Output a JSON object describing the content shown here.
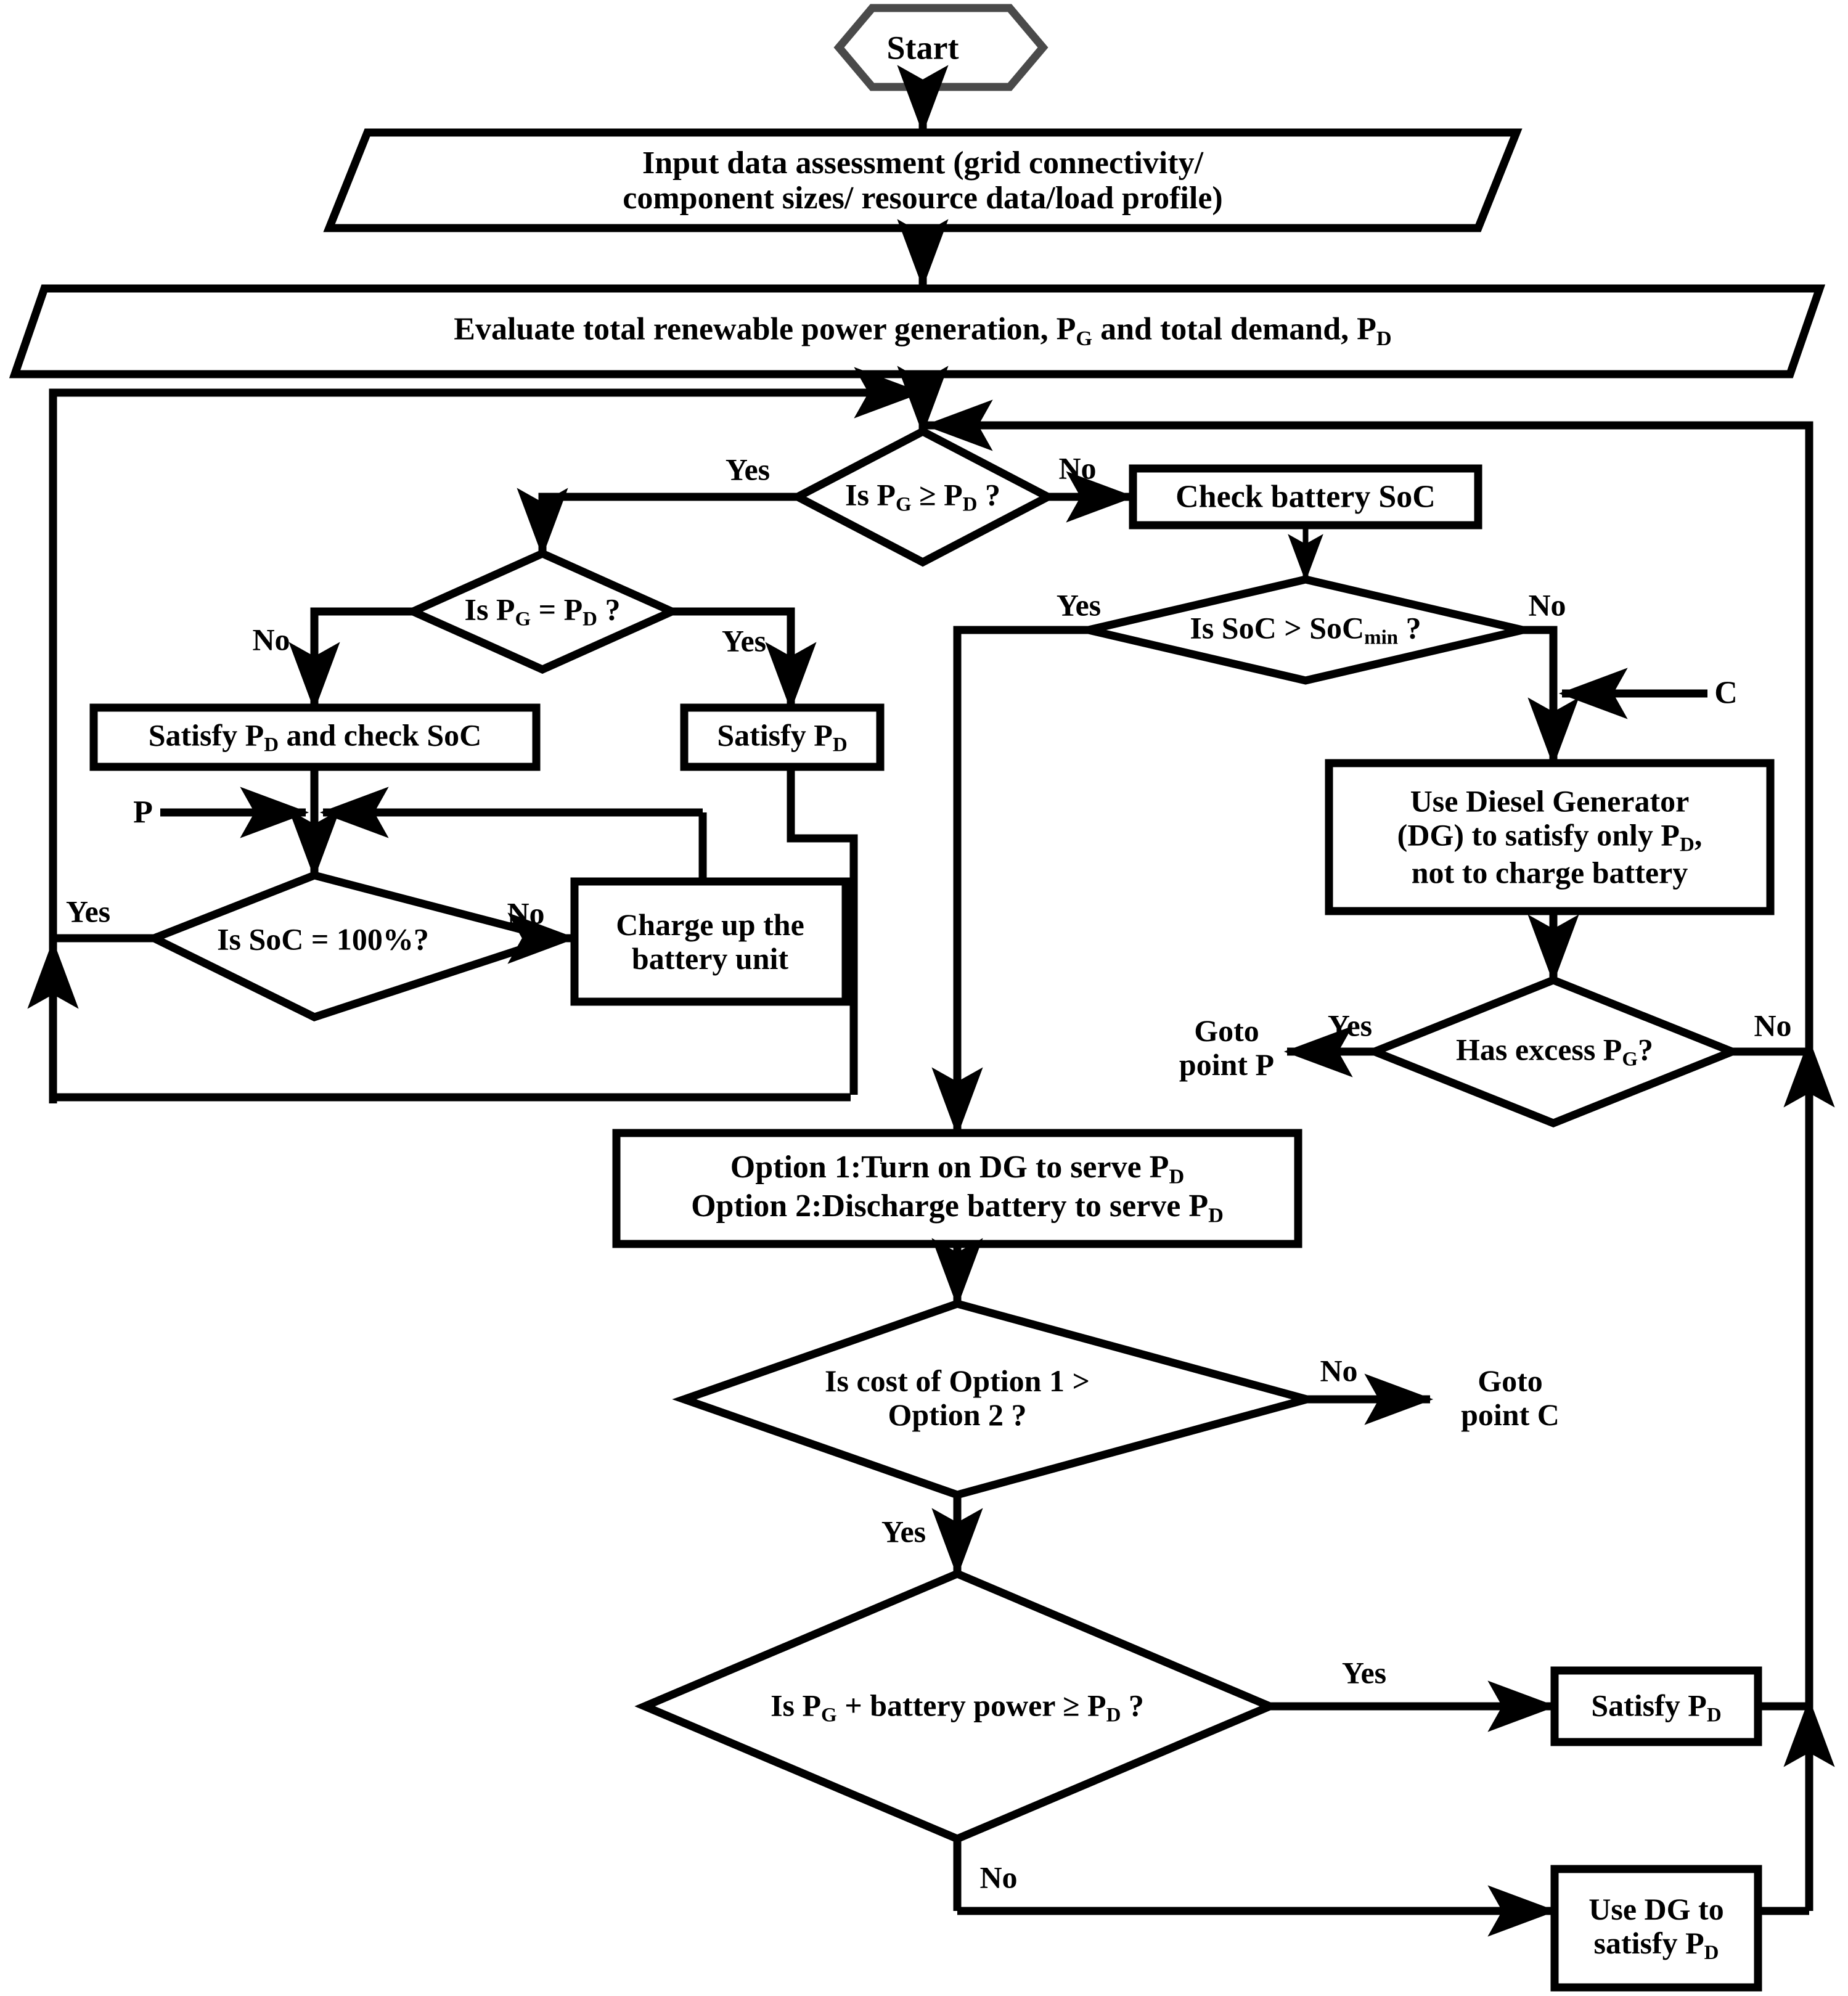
{
  "diagram": {
    "title": "Energy management dispatch flowchart",
    "colors": {
      "line": "#000000",
      "fill": "#ffffff",
      "start_outline": "#4a4a4a"
    },
    "nodes": {
      "start": {
        "shape": "hexagon",
        "text": "Start"
      },
      "input_data": {
        "shape": "parallelogram",
        "line1": "Input data assessment (grid connectivity/",
        "line2": "component sizes/ resource data/load profile)"
      },
      "evaluate": {
        "shape": "parallelogram",
        "text_pre": "Evaluate total renewable power generation, P",
        "sub1": "G",
        "text_mid": " and total demand, P",
        "sub2": "D"
      },
      "d_pg_ge_pd": {
        "shape": "diamond",
        "text_pre": "Is P",
        "sub1": "G",
        "op": " ≥ P",
        "sub2": "D",
        "text_post": " ?"
      },
      "check_soc": {
        "shape": "rect",
        "text": "Check battery SoC"
      },
      "d_pg_eq_pd": {
        "shape": "diamond",
        "text_pre": "Is P",
        "sub1": "G",
        "op": " = P",
        "sub2": "D",
        "text_post": " ?"
      },
      "d_soc_min": {
        "shape": "diamond",
        "text_pre": "Is SoC > SoC",
        "sub1": "min",
        "text_post": " ?"
      },
      "satisfy_check": {
        "shape": "rect",
        "text_pre": "Satisfy P",
        "sub1": "D",
        "text_post": " and check SoC"
      },
      "satisfy_pd": {
        "shape": "rect",
        "text_pre": "Satisfy P",
        "sub1": "D"
      },
      "use_dg": {
        "shape": "rect",
        "line1": "Use Diesel Generator",
        "line2_pre": "(DG) to satisfy only P",
        "line2_sub": "D",
        "line2_post": ",",
        "line3": "not to charge battery"
      },
      "d_soc_100": {
        "shape": "diamond",
        "text": "Is SoC = 100%?"
      },
      "charge_batt": {
        "shape": "rect",
        "line1": "Charge up the",
        "line2": "battery unit"
      },
      "d_excess_pg": {
        "shape": "diamond",
        "text_pre": "Has excess P",
        "sub1": "G",
        "text_post": "?"
      },
      "options": {
        "shape": "rect",
        "line1_pre": "Option 1:Turn on DG to serve P",
        "line1_sub": "D",
        "line2_pre": "Option 2:Discharge battery to serve P",
        "line2_sub": "D"
      },
      "d_cost": {
        "shape": "diamond",
        "line1": "Is cost of Option 1 >",
        "line2": "Option 2 ?"
      },
      "d_batt_power": {
        "shape": "diamond",
        "text_pre": "Is P",
        "sub1": "G",
        "op": " + battery power ≥ P",
        "sub2": "D",
        "text_post": " ?"
      },
      "satisfy_pd2": {
        "shape": "rect",
        "text_pre": "Satisfy P",
        "sub1": "D"
      },
      "use_dg_pd": {
        "shape": "rect",
        "line1": "Use DG to",
        "line2_pre": "satisfy P",
        "line2_sub": "D"
      }
    },
    "edge_labels": {
      "yes_pg_ge_pd": "Yes",
      "no_pg_ge_pd": "No",
      "no_pg_eq_pd": "No",
      "yes_pg_eq_pd": "Yes",
      "yes_soc_min": "Yes",
      "no_soc_min": "No",
      "yes_soc_100": "Yes",
      "no_soc_100": "No",
      "yes_excess_pg": "Yes",
      "no_excess_pg": "No",
      "no_cost": "No",
      "yes_cost": "Yes",
      "yes_batt_power": "Yes",
      "no_batt_power": "No"
    },
    "connectors": {
      "point_p": "P",
      "point_c": "C",
      "goto_point_p_line1": "Goto",
      "goto_point_p_line2": "point P",
      "goto_point_c_line1": "Goto",
      "goto_point_c_line2": "point C"
    }
  }
}
